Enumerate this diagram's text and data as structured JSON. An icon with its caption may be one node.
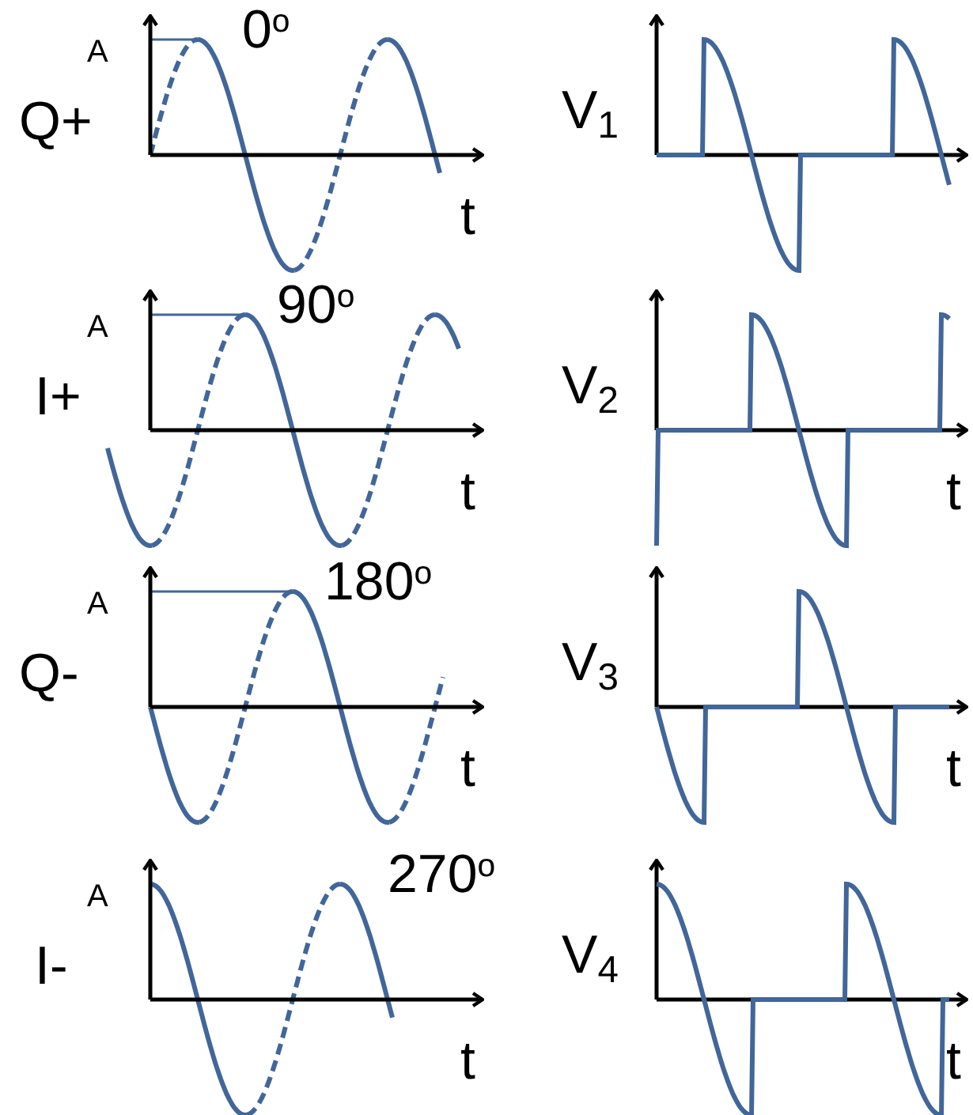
{
  "diagram": {
    "labels": [
      "A",
      "0$^{o}$",
      "Q+",
      "V$_{1}$",
      "t",
      "A",
      "90$^{o}$",
      "I+",
      "V$_{2}$",
      "t",
      "t",
      "A",
      "180$^{o}$",
      "Q-",
      "V$_{3}$",
      "t",
      "t",
      "A",
      "270$^{o}$",
      "I-",
      "V$_{4}$",
      "t",
      "t"
    ]
  }
}
